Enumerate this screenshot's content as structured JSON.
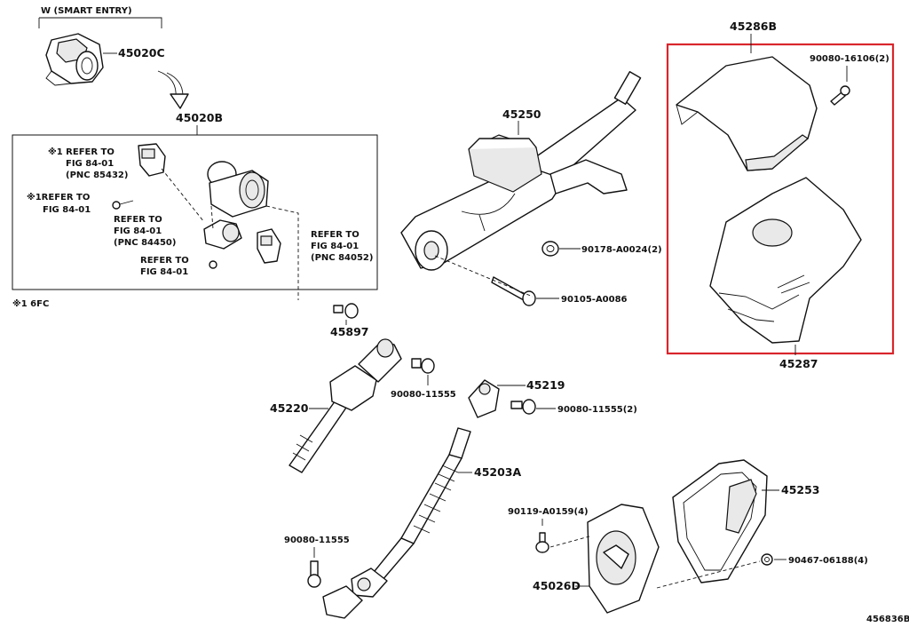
{
  "group_label": "W (SMART ENTRY)",
  "note_footer": "※1 6FC",
  "diagram_id": "456836B",
  "highlight_color": "#d9252b",
  "parts": {
    "p45020C": "45020C",
    "p45020B": "45020B",
    "p45250": "45250",
    "p45286B": "45286B",
    "p45287": "45287",
    "p45897": "45897",
    "p45220": "45220",
    "p45219": "45219",
    "p45203A": "45203A",
    "p45253": "45253",
    "p45026D": "45026D",
    "p90080_16106": "90080-16106(2)",
    "p90178": "90178-A0024(2)",
    "p90105": "90105-A0086",
    "p90080_11555_a": "90080-11555",
    "p90080_11555_b": "90080-11555(2)",
    "p90080_11555_c": "90080-11555",
    "p90119": "90119-A0159(4)",
    "p90467": "90467-06188(4)"
  },
  "refs": {
    "r1_l1": "※1 REFER TO",
    "r1_l2": "FIG 84-01",
    "r1_l3": "(PNC 85432)",
    "r2_l1": "※1REFER TO",
    "r2_l2": "FIG 84-01",
    "r3_l1": "REFER TO",
    "r3_l2": "FIG 84-01",
    "r3_l3": "(PNC 84450)",
    "r4_l1": "REFER TO",
    "r4_l2": "FIG 84-01",
    "r5_l1": "REFER TO",
    "r5_l2": "FIG 84-01",
    "r5_l3": "(PNC 84052)"
  }
}
